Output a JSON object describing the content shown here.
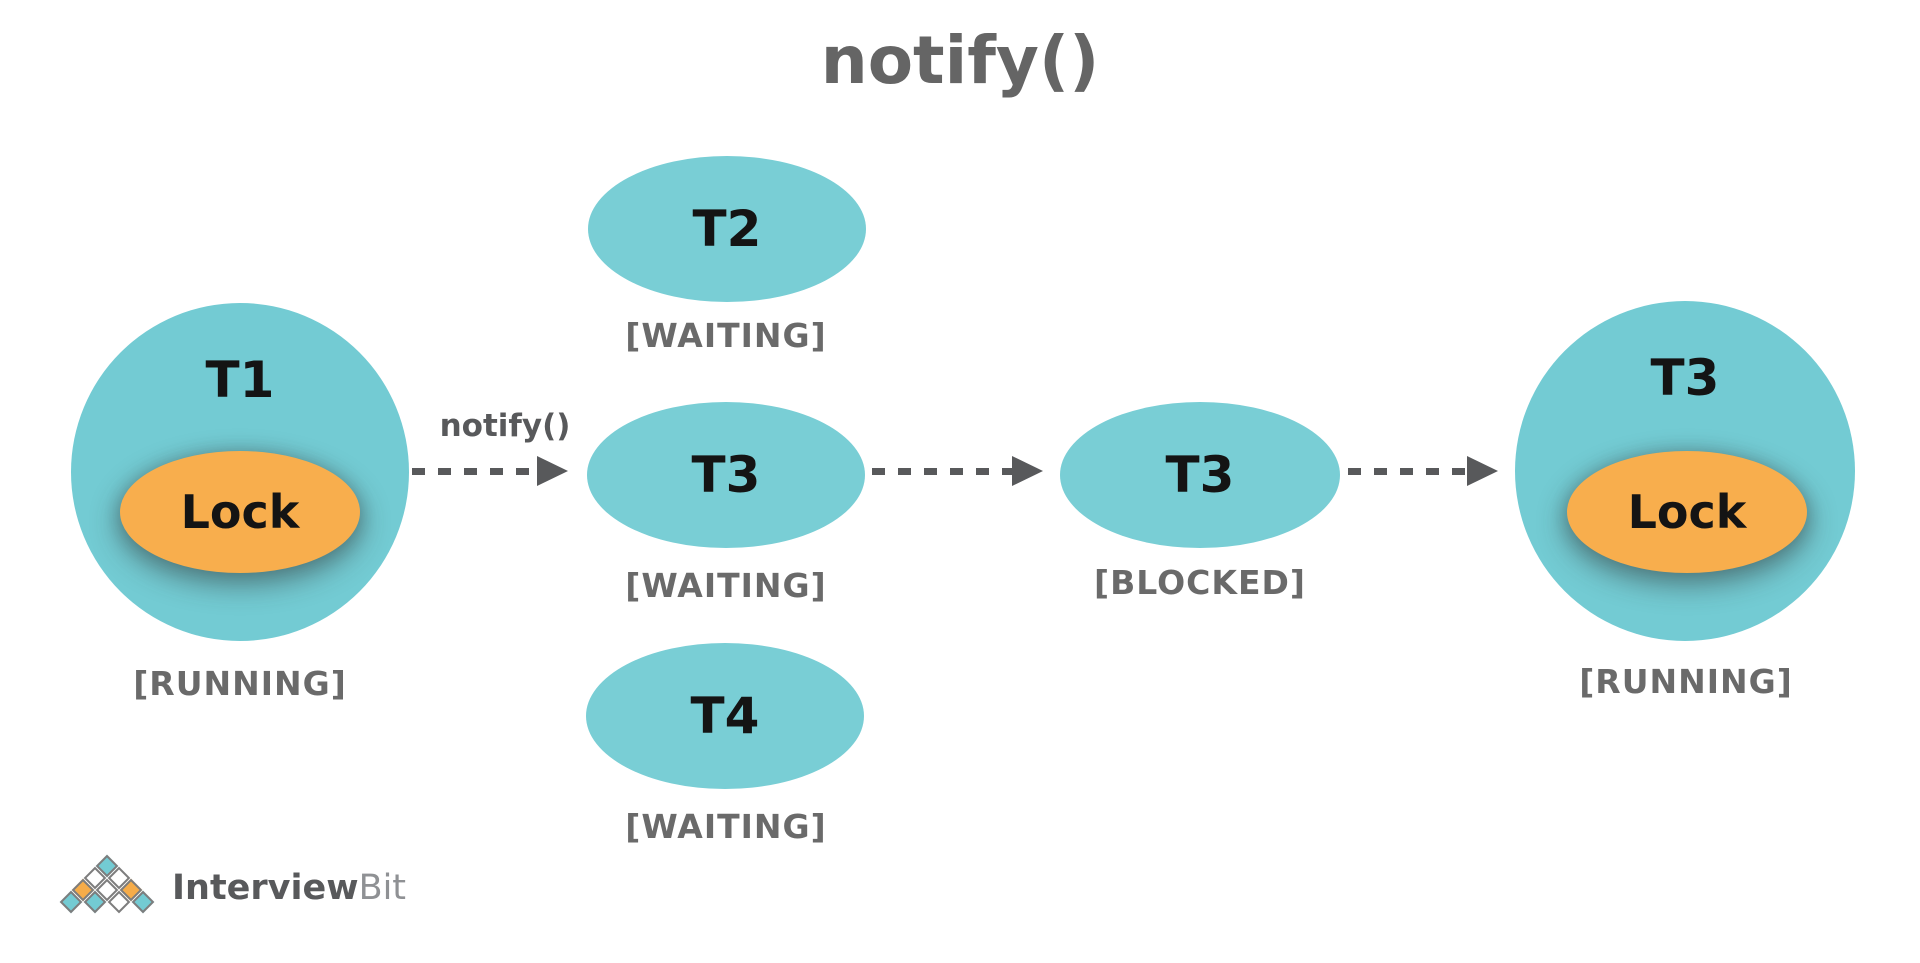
{
  "title": "notify()",
  "colors": {
    "teal": "#73cbd3",
    "orange": "#f8ae4d",
    "label_gray": "#6a6a6a",
    "arrow_gray": "#58595b",
    "title_gray": "#656565",
    "text_black": "#141414"
  },
  "left_thread": {
    "name": "T1",
    "lock_label": "Lock",
    "state": "[RUNNING]"
  },
  "arrow1_label": "notify()",
  "wait_set": [
    {
      "name": "T2",
      "state": "[WAITING]"
    },
    {
      "name": "T3",
      "state": "[WAITING]"
    },
    {
      "name": "T4",
      "state": "[WAITING]"
    }
  ],
  "blocked_thread": {
    "name": "T3",
    "state": "[BLOCKED]"
  },
  "right_thread": {
    "name": "T3",
    "lock_label": "Lock",
    "state": "[RUNNING]"
  },
  "logo": {
    "brand_bold": "Interview",
    "brand_light": "Bit"
  }
}
